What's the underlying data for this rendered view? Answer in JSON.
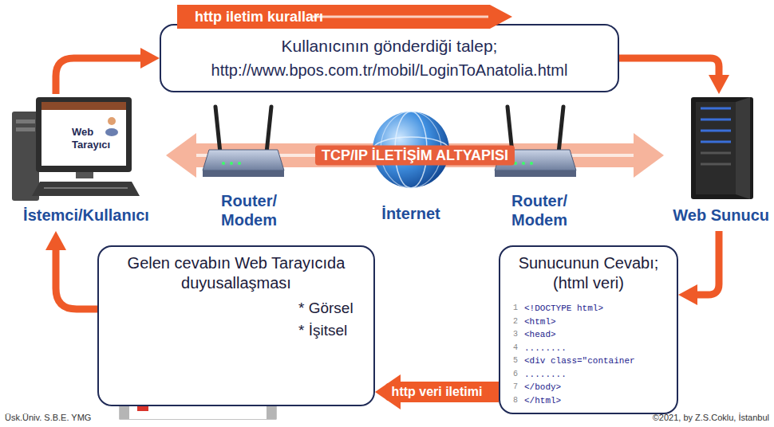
{
  "diagram": {
    "nodes": [
      {
        "text": [
          "http iletim kuralları"
        ]
      },
      {
        "text": [
          "Kullanıcının gönderdiği talep;",
          "http://www.bpos.com.tr/mobil/LoginToAnatolia.html"
        ]
      },
      {
        "text": [
          "Web Tarayıcı",
          "İstemci/Kullanıcı"
        ]
      },
      {
        "text": [
          "Web Sunucu"
        ]
      },
      {
        "text": [
          "Gelen cevabın Web Tarayıcıda duyusallaşması",
          "* Görsel",
          "* İşitsel"
        ]
      },
      {
        "text": [
          "Sunucunun Cevabı; (html veri)",
          "1",
          "<!DOCTYPE html>",
          "2",
          "<html>",
          "3",
          "<head>",
          "4",
          "........",
          "5",
          "<div class=\"container",
          "6",
          "........",
          "7",
          "</body>",
          "8",
          "</html>"
        ]
      }
    ],
    "edges": [
      {
        "from": 2,
        "to": 1,
        "arrow": "to"
      },
      {
        "from": 1,
        "to": 3,
        "arrow": "to"
      },
      {
        "from": 3,
        "to": 5,
        "arrow": "to"
      },
      {
        "from": 5,
        "to": 4,
        "label": "http veri iletimi",
        "arrow": "to"
      },
      {
        "from": 4,
        "to": 2,
        "arrow": "to"
      },
      {
        "from": 2,
        "to": 3,
        "label": "TCP/IP İLETİŞİM ALTYAPISI",
        "arrow": "both"
      }
    ],
    "labels": [
      "Router/ Modem",
      "İnternet",
      "Router/ Modem",
      "Üsk.Üniv. S.B.E. YMG",
      "©2021, by Z.S.Coklu, İstanbul"
    ]
  }
}
